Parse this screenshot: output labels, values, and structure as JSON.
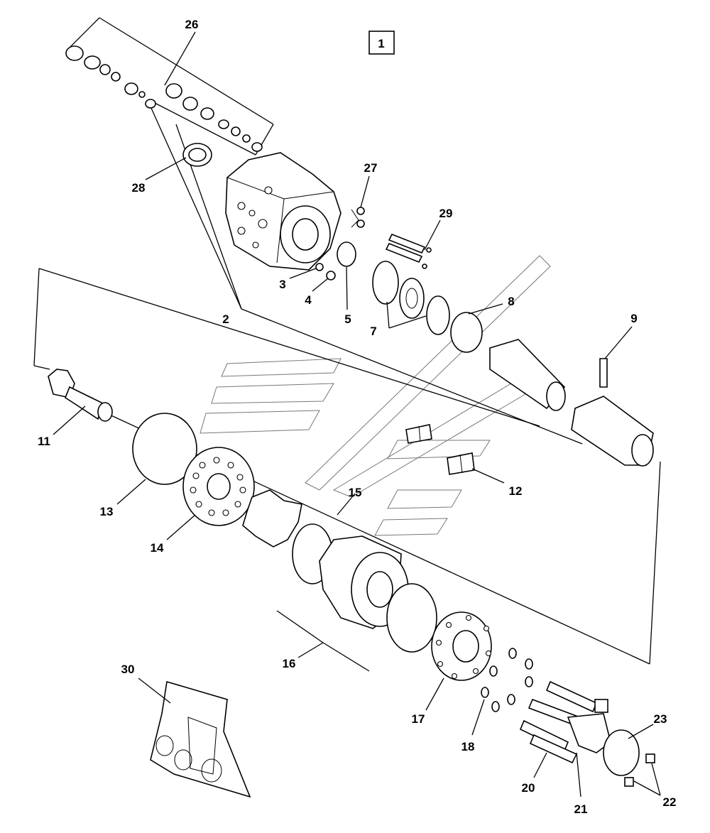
{
  "diagram": {
    "figure_number": "1",
    "part_callouts": [
      "2",
      "3",
      "4",
      "5",
      "7",
      "8",
      "9",
      "11",
      "12",
      "13",
      "14",
      "15",
      "16",
      "17",
      "18",
      "20",
      "21",
      "22",
      "23",
      "26",
      "27",
      "28",
      "29",
      "30"
    ]
  }
}
